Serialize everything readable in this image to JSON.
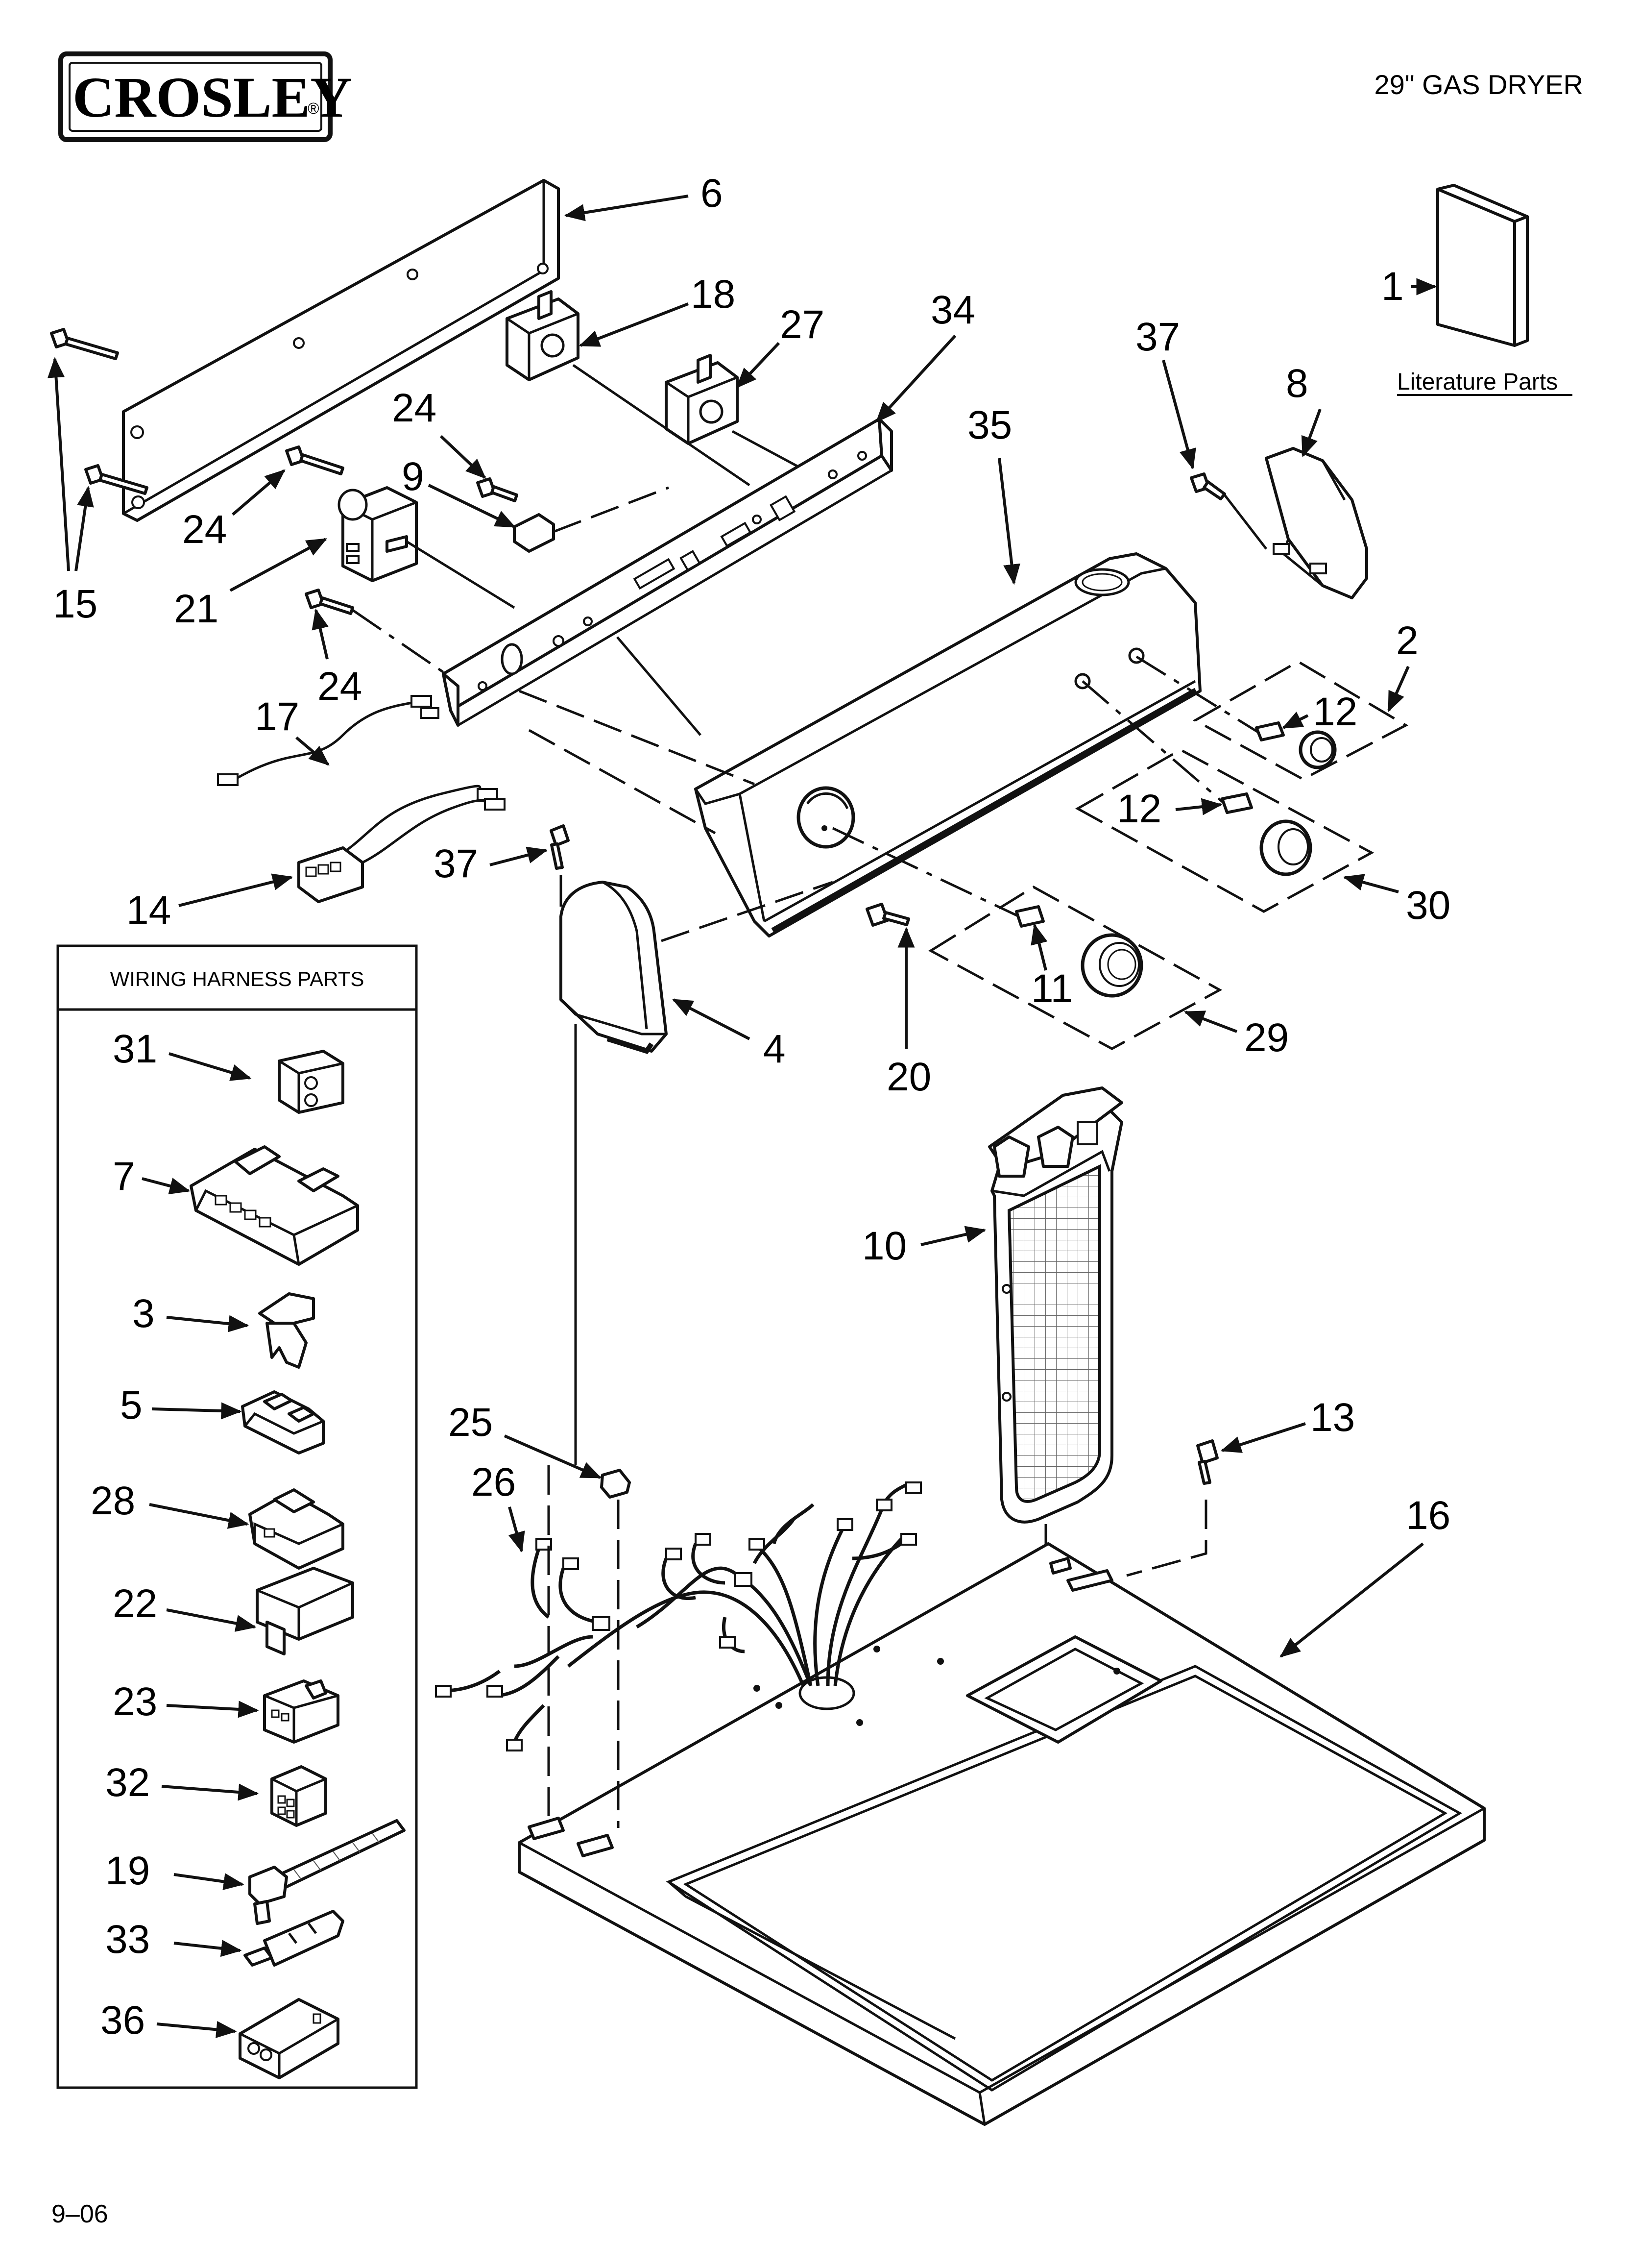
{
  "brand": {
    "name": "CROSLEY",
    "registered_mark": "®"
  },
  "header": {
    "model_title": "29\" GAS DRYER"
  },
  "literature": {
    "label": "Literature Parts",
    "callout": "1"
  },
  "wiring_box": {
    "title": "WIRING HARNESS PARTS"
  },
  "footer": {
    "date_code": "9–06"
  },
  "callouts": {
    "c6": "6",
    "c18": "18",
    "c27": "27",
    "c34": "34",
    "c35": "35",
    "c37a": "37",
    "c8": "8",
    "c15": "15",
    "c24a": "24",
    "c24b": "24",
    "c24c": "24",
    "c9": "9",
    "c21": "21",
    "c2": "2",
    "c12a": "12",
    "c12b": "12",
    "c17": "17",
    "c30": "30",
    "c37b": "37",
    "c14": "14",
    "c11": "11",
    "c4": "4",
    "c20": "20",
    "c29": "29",
    "c10": "10",
    "c13": "13",
    "c25": "25",
    "c16": "16",
    "c26": "26",
    "w31": "31",
    "w7": "7",
    "w3": "3",
    "w5": "5",
    "w28": "28",
    "w22": "22",
    "w23": "23",
    "w32": "32",
    "w19": "19",
    "w33": "33",
    "w36": "36"
  }
}
